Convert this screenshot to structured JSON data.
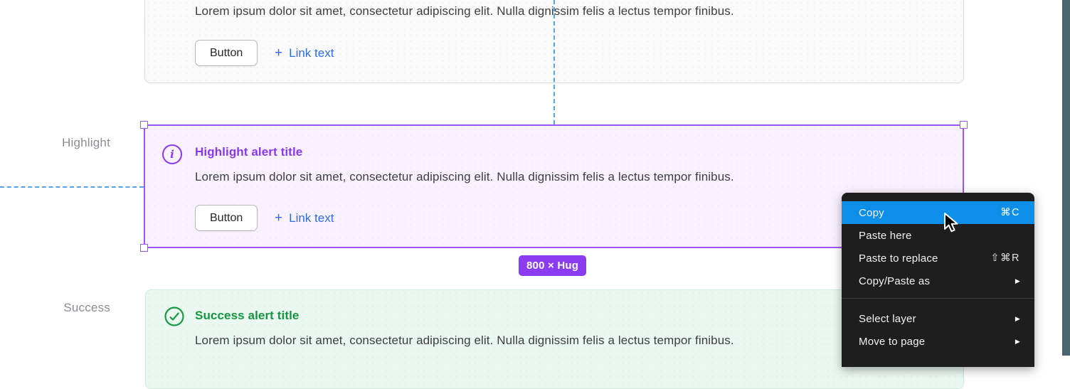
{
  "canvas": {
    "neutral_alert": {
      "body": "Lorem ipsum dolor sit amet, consectetur adipiscing elit. Nulla dignissim felis a lectus tempor finibus.",
      "button_label": "Button",
      "link_label": "Link text"
    },
    "row_labels": {
      "highlight": "Highlight",
      "success": "Success"
    },
    "highlight_alert": {
      "title": "Highlight alert title",
      "body": "Lorem ipsum dolor sit amet, consectetur adipiscing elit. Nulla dignissim felis a lectus tempor finibus.",
      "button_label": "Button",
      "link_label": "Link text"
    },
    "success_alert": {
      "title": "Success alert title",
      "body": "Lorem ipsum dolor sit amet, consectetur adipiscing elit. Nulla dignissim felis a lectus tempor finibus."
    },
    "size_badge": "800 × Hug"
  },
  "icons": {
    "plus": "+",
    "info": "i",
    "submenu_arrow": "▶"
  },
  "context_menu": {
    "items": [
      {
        "label": "Copy",
        "shortcut": "⌘C",
        "highlighted": true
      },
      {
        "label": "Paste here",
        "shortcut": ""
      },
      {
        "label": "Paste to replace",
        "shortcut": "⇧⌘R"
      },
      {
        "label": "Copy/Paste as",
        "submenu": true
      },
      {
        "label": "Select layer",
        "submenu": true
      },
      {
        "label": "Move to page",
        "submenu": true
      }
    ]
  },
  "colors": {
    "highlight_purple": "#8a38ef",
    "selection_purple": "#9d55f3",
    "success_green": "#179a42",
    "link_blue": "#2e6ce8",
    "menu_highlight_blue": "#0d8ee9",
    "guide_blue": "#54a3e8",
    "badge_purple": "#8b3bf0",
    "edge_teal": "#48656d"
  }
}
